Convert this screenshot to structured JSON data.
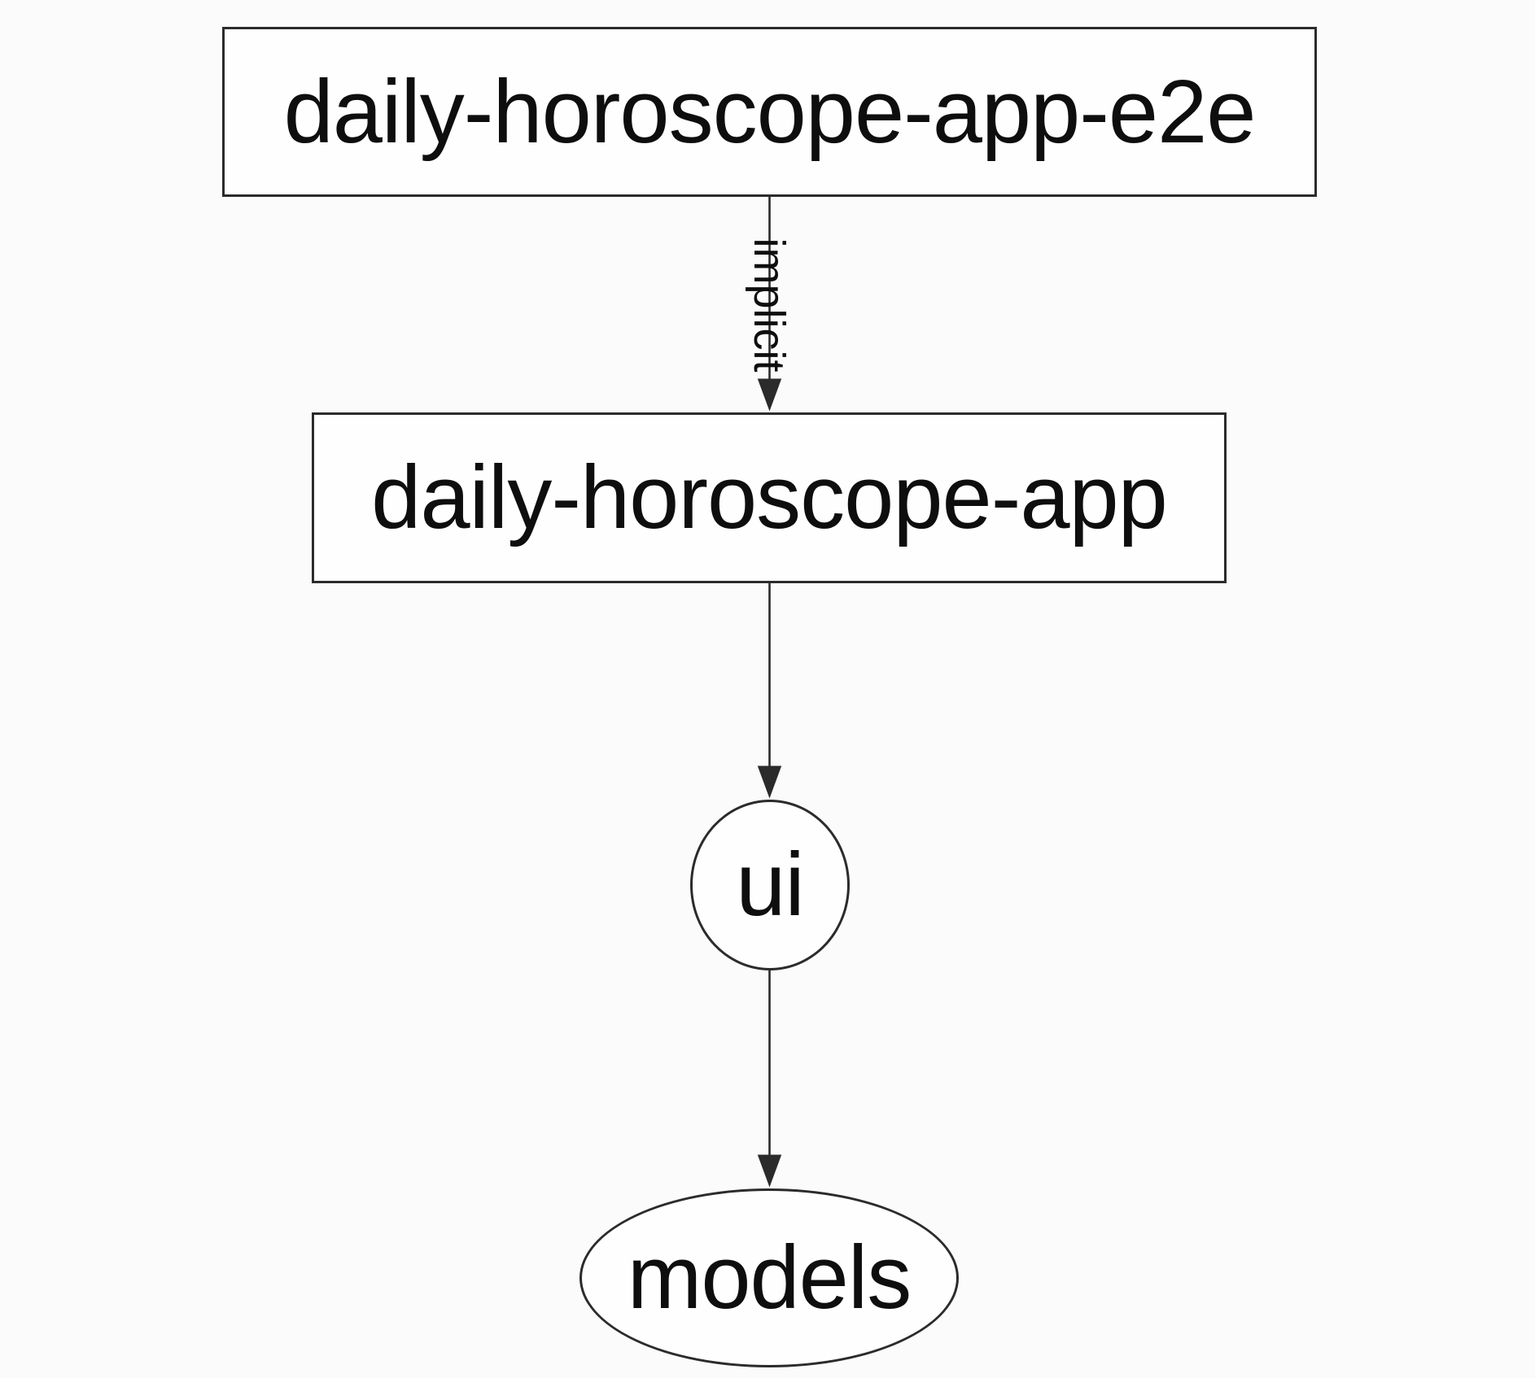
{
  "nodes": [
    {
      "id": "daily-horoscope-app-e2e",
      "label": "daily-horoscope-app-e2e",
      "shape": "rect"
    },
    {
      "id": "daily-horoscope-app",
      "label": "daily-horoscope-app",
      "shape": "rect"
    },
    {
      "id": "ui",
      "label": "ui",
      "shape": "ellipse"
    },
    {
      "id": "models",
      "label": "models",
      "shape": "ellipse"
    }
  ],
  "edges": [
    {
      "from": "daily-horoscope-app-e2e",
      "to": "daily-horoscope-app",
      "label": "implicit",
      "label_rotation_deg": 90,
      "style": "solid",
      "arrowhead": "filled-triangle"
    },
    {
      "from": "daily-horoscope-app",
      "to": "ui",
      "label": "",
      "style": "solid",
      "arrowhead": "filled-triangle"
    },
    {
      "from": "ui",
      "to": "models",
      "label": "",
      "style": "solid",
      "arrowhead": "filled-triangle"
    }
  ],
  "colors": {
    "stroke": "#2b2b2b",
    "node_fill": "#fefefe",
    "text": "#0e0e0e",
    "background": "#fbfbfb"
  }
}
